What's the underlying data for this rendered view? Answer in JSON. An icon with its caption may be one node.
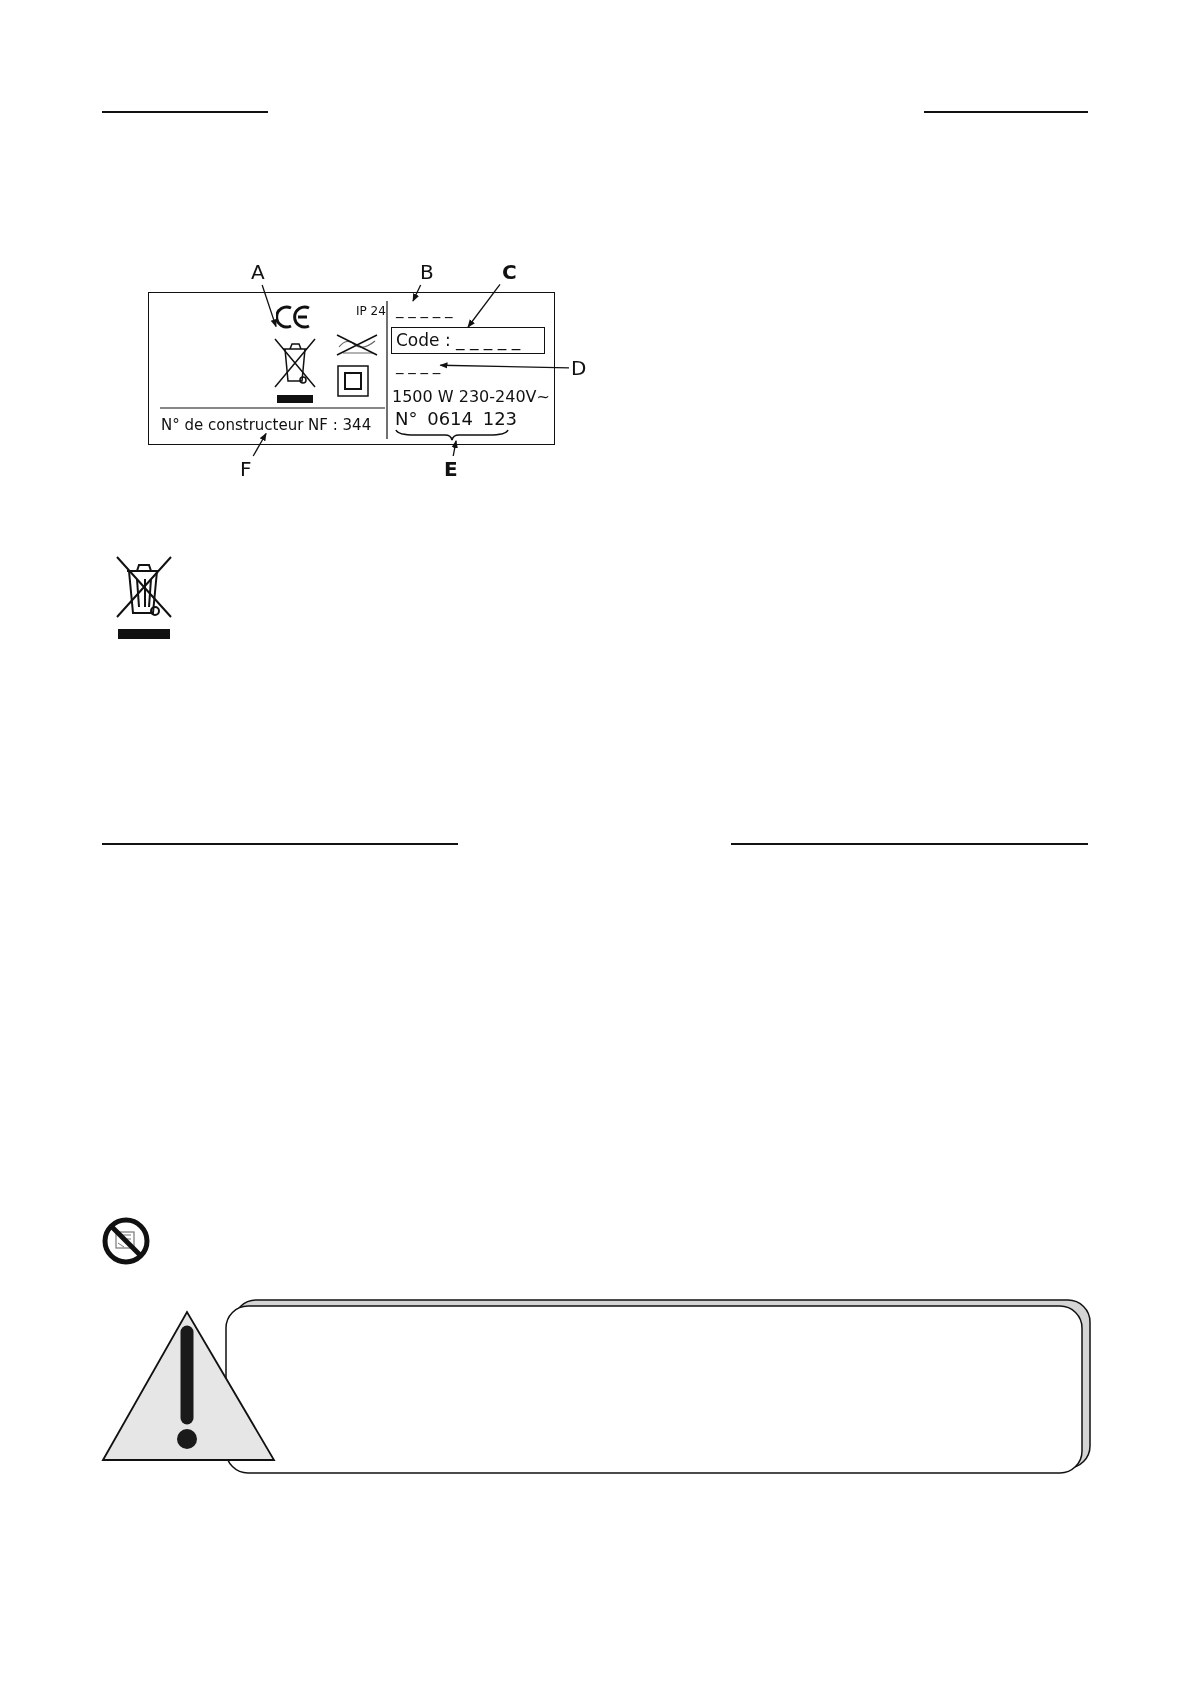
{
  "diagram": {
    "nodes": [
      {
        "text": [
          "A"
        ]
      },
      {
        "text": [
          "B"
        ]
      },
      {
        "text": [
          "C"
        ]
      },
      {
        "text": [
          "D"
        ]
      },
      {
        "text": [
          "E"
        ]
      },
      {
        "text": [
          "F"
        ]
      },
      {
        "text": [],
        "shape": "box"
      },
      {
        "text": [],
        "shape": "icon",
        "in": 6
      },
      {
        "text": [
          "_ _ _ _ _"
        ],
        "in": 6
      },
      {
        "text": [
          "Code : _ _ _ _ _"
        ],
        "in": 6
      },
      {
        "text": [
          "_ _ _ _"
        ],
        "in": 6
      },
      {
        "text": [
          "N° 0614 123"
        ],
        "in": 6
      },
      {
        "text": [
          "N° de constructeur NF : 344"
        ],
        "in": 6
      }
    ],
    "edges": [
      {
        "from": 0,
        "to": 7,
        "arrow": "to"
      },
      {
        "from": 1,
        "to": 8,
        "arrow": "to"
      },
      {
        "from": 2,
        "to": 9,
        "arrow": "to"
      },
      {
        "from": 3,
        "to": 10,
        "arrow": "to"
      },
      {
        "from": 4,
        "to": 11,
        "arrow": "to"
      },
      {
        "from": 5,
        "to": 12,
        "arrow": "to"
      }
    ],
    "labels": [
      "IP 24",
      "1500 W 230-240V~"
    ]
  }
}
